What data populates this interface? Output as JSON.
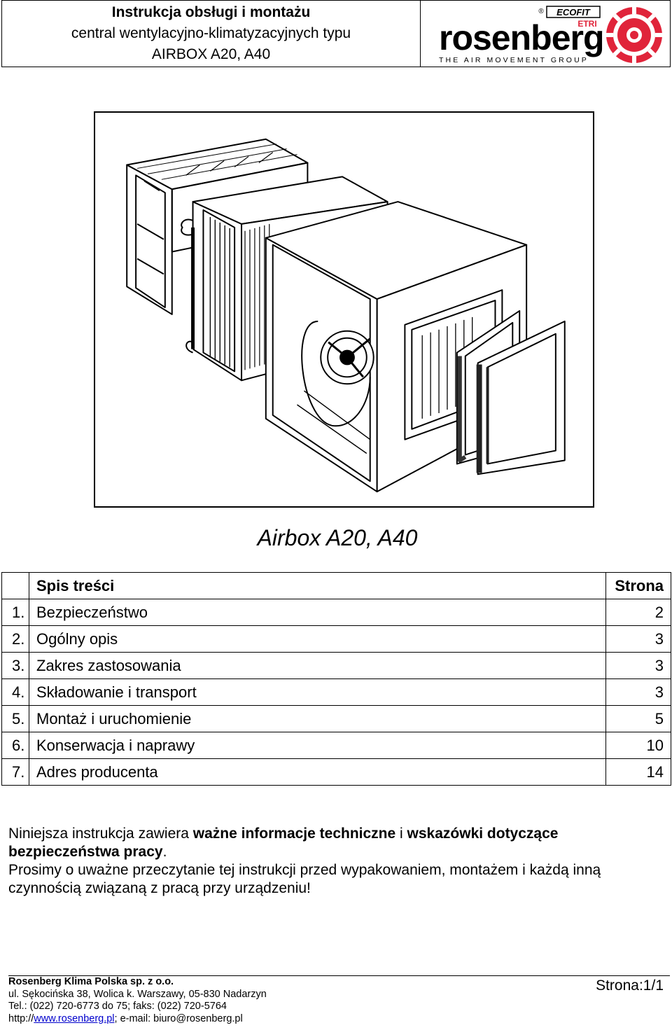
{
  "header": {
    "title_line1": "Instrukcja obsługi i montażu",
    "title_line2": "central wentylacyjno-klimatyzacyjnych typu",
    "title_line3": "AIRBOX A20, A40",
    "logo": {
      "brand": "rosenberg",
      "tagline": "THE AIR MOVEMENT GROUP",
      "sub_brand_top": "ECOFIT",
      "sub_brand_bottom": "ETRI",
      "registered_mark": "®",
      "brand_color": "#e0243a"
    }
  },
  "product_title": "Airbox A20, A40",
  "toc": {
    "header_label": "Spis treści",
    "header_page": "Strona",
    "items": [
      {
        "num": "1.",
        "label": "Bezpieczeństwo",
        "page": "2"
      },
      {
        "num": "2.",
        "label": "Ogólny opis",
        "page": "3"
      },
      {
        "num": "3.",
        "label": "Zakres zastosowania",
        "page": "3"
      },
      {
        "num": "4.",
        "label": "Składowanie i transport",
        "page": "3"
      },
      {
        "num": "5.",
        "label": "Montaż i uruchomienie",
        "page": "5"
      },
      {
        "num": "6.",
        "label": "Konserwacja i naprawy",
        "page": "10"
      },
      {
        "num": "7.",
        "label": "Adres producenta",
        "page": "14"
      }
    ]
  },
  "notice": {
    "p1_normal": "Niniejsza instrukcja zawiera ",
    "p1_bold1": "ważne informacje techniczne",
    "p1_normal2": " i ",
    "p1_bold2": "wskazówki dotyczące bezpieczeństwa pracy",
    "p1_end": ".",
    "p2": "Prosimy o uważne przeczytanie tej instrukcji przed wypakowaniem, montażem i każdą inną czynnością związaną z pracą przy urządzeniu!"
  },
  "footer": {
    "company": "Rosenberg Klima Polska sp. z o.o.",
    "address": "ul. Sękocińska 38, Wolica k. Warszawy, 05-830 Nadarzyn",
    "phone": "Tel.: (022) 720-6773 do 75; faks: (022) 720-5764",
    "web_prefix": "http://",
    "web_link": "www.rosenberg.pl",
    "email": "; e-mail: biuro@rosenberg.pl",
    "page_number": "Strona:1/1"
  }
}
